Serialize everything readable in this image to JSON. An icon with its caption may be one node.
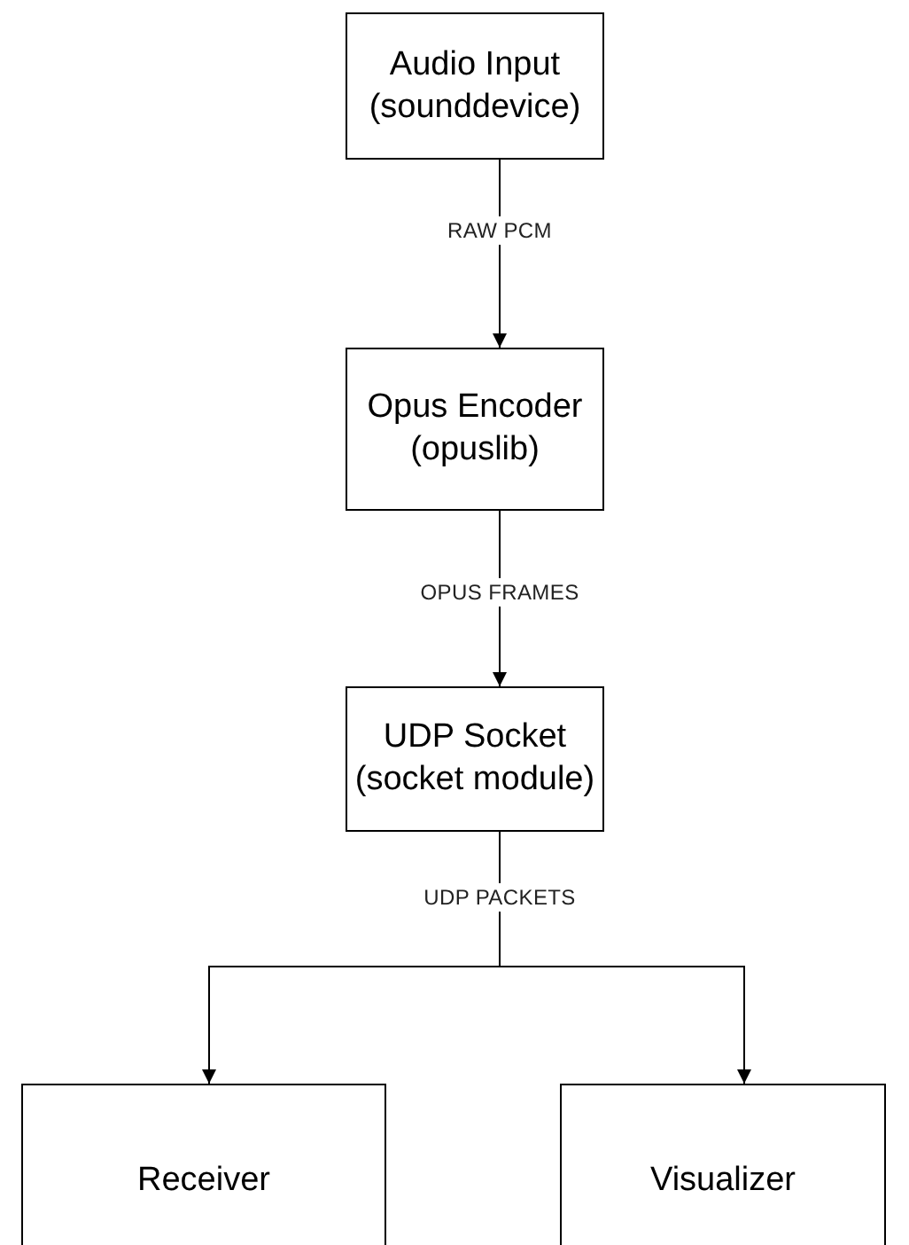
{
  "diagram": {
    "nodes": [
      {
        "text": [
          "Audio Input (sounddevice)"
        ]
      },
      {
        "text": [
          "Opus Encoder (opuslib)"
        ]
      },
      {
        "text": [
          "UDP Socket (socket module)"
        ]
      },
      {
        "text": [
          "Receiver"
        ]
      },
      {
        "text": [
          "Visualizer"
        ]
      }
    ],
    "edges": [
      {
        "from": 0,
        "to": 1,
        "arrow": "to",
        "label": "RAW PCM"
      },
      {
        "from": 1,
        "to": 2,
        "arrow": "to",
        "label": "OPUS FRAMES"
      },
      {
        "from": 2,
        "to": 3,
        "arrow": "to",
        "label": "UDP PACKETS"
      },
      {
        "from": 2,
        "to": 4,
        "arrow": "to"
      }
    ]
  }
}
